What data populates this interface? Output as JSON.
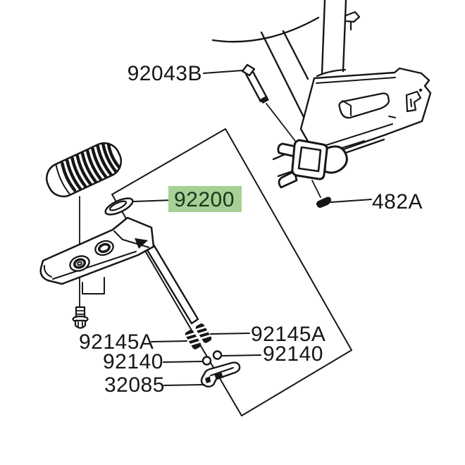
{
  "theme": {
    "background": "#ffffff",
    "line_color": "#161616",
    "highlight_bg": "#a6d095",
    "highlight_text": "#17361a"
  },
  "callouts": {
    "pin_92043b": {
      "label": "92043B",
      "highlighted": false
    },
    "washer_92200": {
      "label": "92200",
      "highlighted": true
    },
    "rivet_482a": {
      "label": "482A",
      "highlighted": false
    },
    "spring_92145a_left": {
      "label": "92145A",
      "highlighted": false
    },
    "spring_92145a_right": {
      "label": "92145A",
      "highlighted": false
    },
    "ball_92140_left": {
      "label": "92140",
      "highlighted": false
    },
    "ball_92140_right": {
      "label": "92140",
      "highlighted": false
    },
    "lever_32085": {
      "label": "32085",
      "highlighted": false
    }
  }
}
